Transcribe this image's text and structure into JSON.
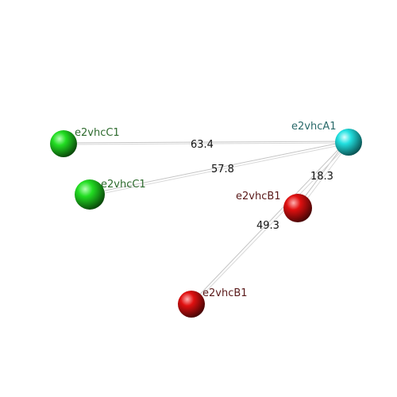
{
  "colors": {
    "green_atom": "#22cc22",
    "red_atom": "#dd1111",
    "cyan_atom": "#22dddd",
    "label_green": "#2e6b2e",
    "label_red": "#5a1a1a",
    "label_cyan": "#2a6a6a",
    "bond": "#c8c8c8"
  },
  "atoms": [
    {
      "id": "c1a",
      "label": "e2vhcC1",
      "element": "green"
    },
    {
      "id": "c1b",
      "label": "e2vhcC1",
      "element": "green"
    },
    {
      "id": "a1",
      "label": "e2vhcA1",
      "element": "cyan"
    },
    {
      "id": "b1a",
      "label": "e2vhcB1",
      "element": "red"
    },
    {
      "id": "b1b",
      "label": "e2vhcB1",
      "element": "red"
    }
  ],
  "distances": [
    {
      "from": "c1a",
      "to": "a1",
      "value": "63.4"
    },
    {
      "from": "c1b",
      "to": "a1",
      "value": "57.8"
    },
    {
      "from": "b1a",
      "to": "a1",
      "value": "18.3"
    },
    {
      "from": "b1b",
      "to": "a1",
      "value": "49.3"
    }
  ]
}
